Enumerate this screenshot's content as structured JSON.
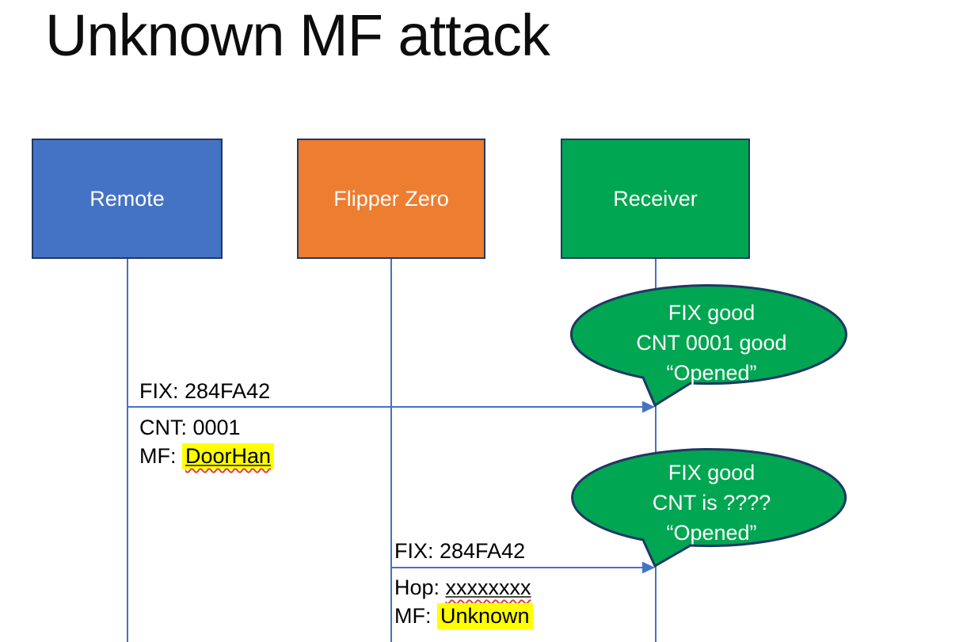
{
  "slide": {
    "title": "Unknown MF attack"
  },
  "actors": [
    {
      "label": "Remote",
      "fill": "#4472C4"
    },
    {
      "label": "Flipper Zero",
      "fill": "#ED7D31"
    },
    {
      "label": "Receiver",
      "fill": "#00A651"
    }
  ],
  "messages": [
    {
      "above": "FIX: 284FA42",
      "below_line1": "CNT: 0001",
      "below_line2_prefix": "MF: ",
      "below_line2_value": "DoorHan"
    },
    {
      "above": "FIX: 284FA42",
      "below_line1_prefix": "Hop: ",
      "below_line1_value": "xxxxxxxx",
      "below_line2_prefix": "MF: ",
      "below_line2_value": "Unknown"
    }
  ],
  "callouts": [
    {
      "line1": "FIX good",
      "line2": "CNT 0001 good",
      "line3": "“Opened”"
    },
    {
      "line1": "FIX good",
      "line2": "CNT is ????",
      "line3": "“Opened”"
    }
  ],
  "colors": {
    "actor_border": "#203864",
    "lifeline": "#4472C4",
    "arrow": "#4472C4",
    "callout_fill": "#00A651",
    "callout_border": "#203864",
    "highlight": "#FFFF00",
    "underline": "#4A4A4A",
    "squiggle": "#E0432B",
    "text": "#000000",
    "callout_text": "#FFFFFF"
  }
}
